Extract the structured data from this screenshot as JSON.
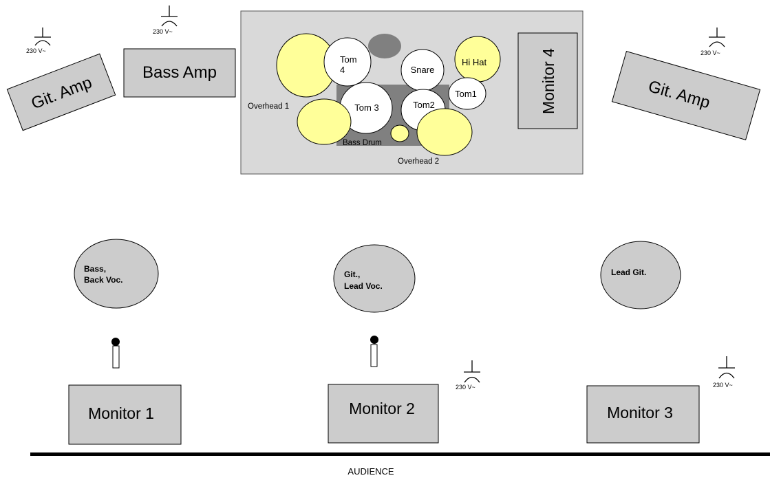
{
  "stage": {
    "amps": {
      "guitar_left": "Git. Amp",
      "bass": "Bass Amp",
      "guitar_right": "Git. Amp"
    },
    "drums": {
      "tom4_line1": "Tom",
      "tom4_line2": "4",
      "snare": "Snare",
      "hihat": "Hi Hat",
      "tom1": "Tom1",
      "tom3": "Tom 3",
      "tom2": "Tom2",
      "bass_drum": "Bass Drum",
      "overhead1": "Overhead 1",
      "overhead2": "Overhead 2"
    },
    "monitors": {
      "m1": "Monitor 1",
      "m2": "Monitor 2",
      "m3": "Monitor 3",
      "m4": "Monitor 4"
    },
    "musicians": {
      "bass_line1": "Bass,",
      "bass_line2": "Back Voc.",
      "git_line1": "Git.,",
      "git_line2": "Lead Voc.",
      "lead": "Lead Git."
    },
    "power_label": "230 V~",
    "audience": "AUDIENCE"
  },
  "colors": {
    "box_fill": "#cccccc",
    "riser_fill": "#d9d9d9",
    "platform_fill": "#808080",
    "cymbal_fill": "#ffff99",
    "drum_fill": "#ffffff"
  },
  "icons": [
    "power-outlet-icon",
    "microphone-icon"
  ]
}
